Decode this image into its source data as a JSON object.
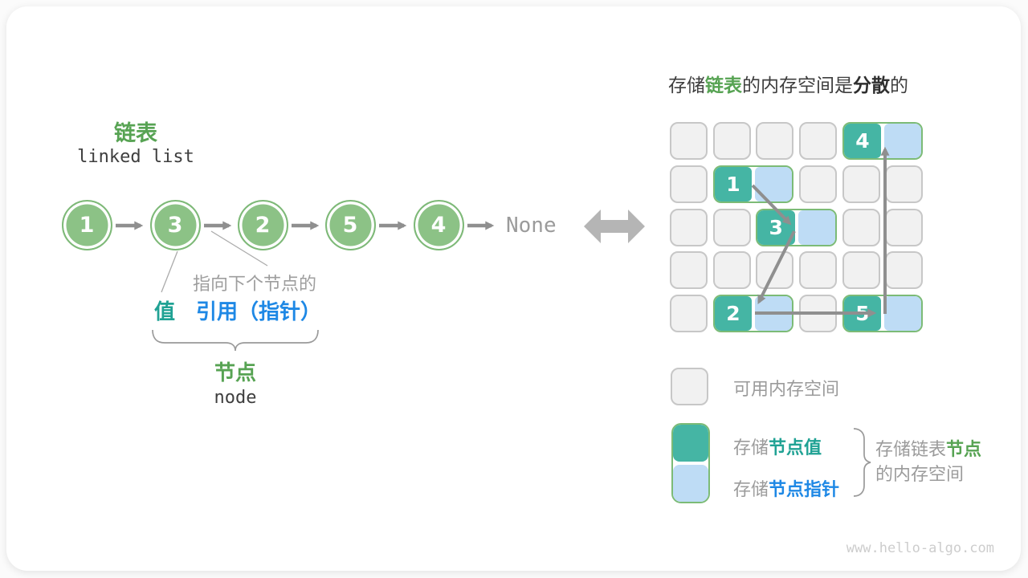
{
  "page": {
    "footer": "www.hello-algo.com"
  },
  "colors": {
    "green": "#57A353",
    "circle_fill": "#8CC286",
    "teal": "#45B5A4",
    "teal_text": "#20A294",
    "blue_text": "#1E88E5",
    "light_blue": "#BEDCF5",
    "gray_text": "#9B9B9B",
    "dark_text": "#3E3E3E",
    "arrow_gray": "#8F8F8F"
  },
  "linked_list_panel": {
    "heading_cn": "链表",
    "heading_en": "linked list",
    "nodes": [
      "1",
      "3",
      "2",
      "5",
      "4"
    ],
    "terminator": "None",
    "pointer_note": "指向下个节点的",
    "value_label": "值",
    "reference_label": "引用（指针）",
    "node_label_cn": "节点",
    "node_label_en": "node"
  },
  "memory_panel": {
    "title": {
      "prefix": "存储",
      "highlight_green": "链表",
      "middle": "的内存空间是",
      "highlight_bold": "分散",
      "suffix": "的"
    },
    "grid": {
      "rows": 5,
      "columns": 6,
      "node_cells": [
        {
          "row": 0,
          "col": 4,
          "value": "4"
        },
        {
          "row": 1,
          "col": 1,
          "value": "1"
        },
        {
          "row": 2,
          "col": 2,
          "value": "3"
        },
        {
          "row": 4,
          "col": 1,
          "value": "2"
        },
        {
          "row": 4,
          "col": 4,
          "value": "5"
        }
      ]
    }
  },
  "legend": {
    "free_label": "可用内存空间",
    "value_prefix": "存储",
    "value_label": "节点值",
    "pointer_prefix": "存储",
    "pointer_label": "节点指针",
    "group_line1_prefix": "存储链表",
    "group_line1_bold": "节点",
    "group_line2": "的内存空间"
  }
}
